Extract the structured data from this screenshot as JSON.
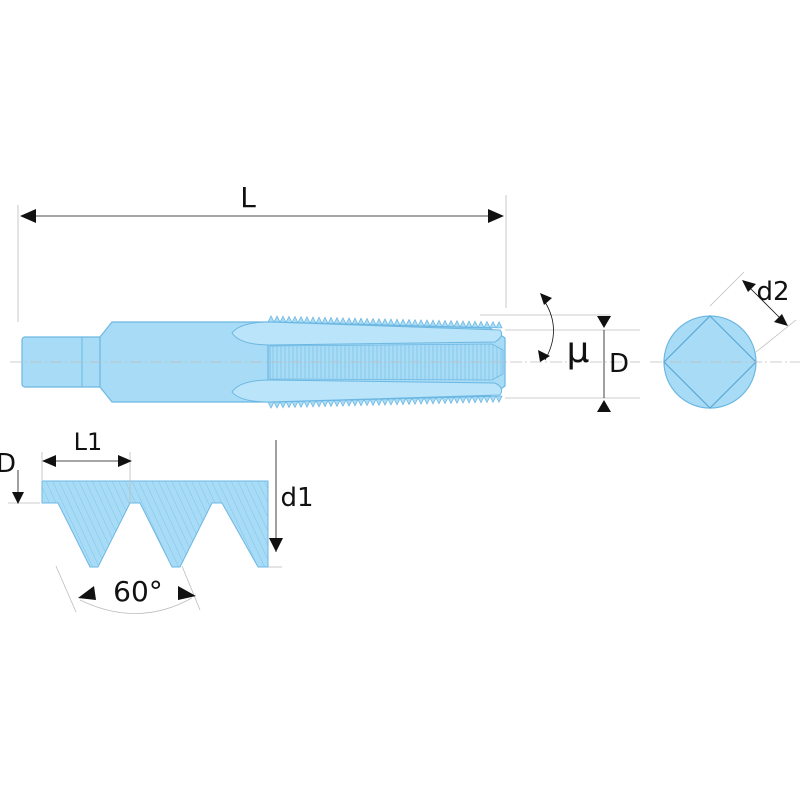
{
  "labels": {
    "length": "L",
    "mu": "μ",
    "diameter": "D",
    "square": "d2",
    "pitch": "L1",
    "profile_d": "D",
    "depth": "d1",
    "angle": "60°"
  },
  "colors": {
    "fill": "#a8dcf6",
    "outline": "#6cb7e2",
    "hatch": "#7fc3ea",
    "dimension": "#111111",
    "extension": "#bdbdbd"
  },
  "icons": {
    "arrow": "filled-triangle-arrowhead"
  }
}
